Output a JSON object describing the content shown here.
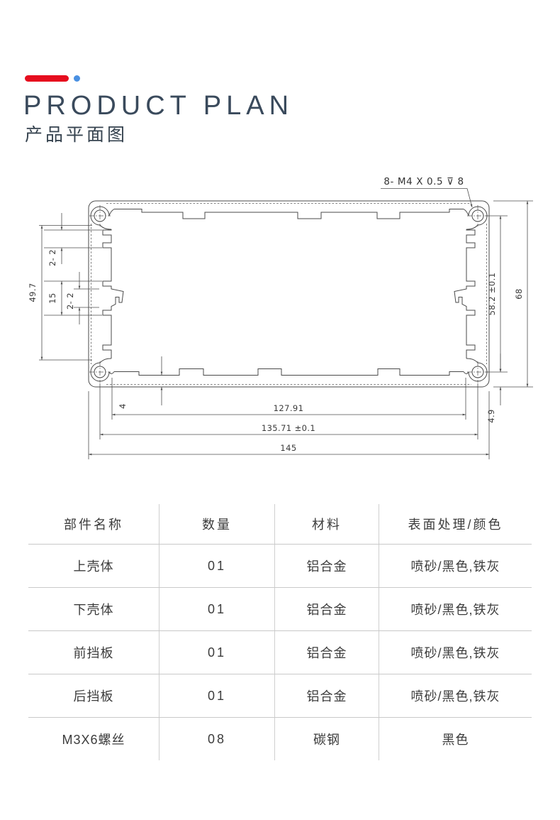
{
  "header": {
    "title": "PRODUCT PLAN",
    "subtitle": "产品平面图",
    "accent_red": "#e60d1e",
    "accent_blue": "#4a90e2",
    "title_color": "#3a4a5c"
  },
  "drawing": {
    "callout": "8- M4 X 0.5 ⊽ 8",
    "dims": {
      "left_outer": "49.7",
      "left_slots_top": "2- 2",
      "left_span": "15",
      "left_slots_mid": "2- 2",
      "right_holes": "58.2 ±0.1",
      "right_overall": "68",
      "right_offset": "4.9",
      "bottom_wall": "4",
      "bottom_inner": "127.91",
      "bottom_holes": "135.71 ±0.1",
      "bottom_overall": "145"
    }
  },
  "table": {
    "headers": [
      "部件名称",
      "数量",
      "材料",
      "表面处理/颜色"
    ],
    "rows": [
      [
        "上壳体",
        "01",
        "铝合金",
        "喷砂/黑色,铁灰"
      ],
      [
        "下壳体",
        "01",
        "铝合金",
        "喷砂/黑色,铁灰"
      ],
      [
        "前挡板",
        "01",
        "铝合金",
        "喷砂/黑色,铁灰"
      ],
      [
        "后挡板",
        "01",
        "铝合金",
        "喷砂/黑色,铁灰"
      ],
      [
        "M3X6螺丝",
        "08",
        "碳钢",
        "黑色"
      ]
    ]
  }
}
